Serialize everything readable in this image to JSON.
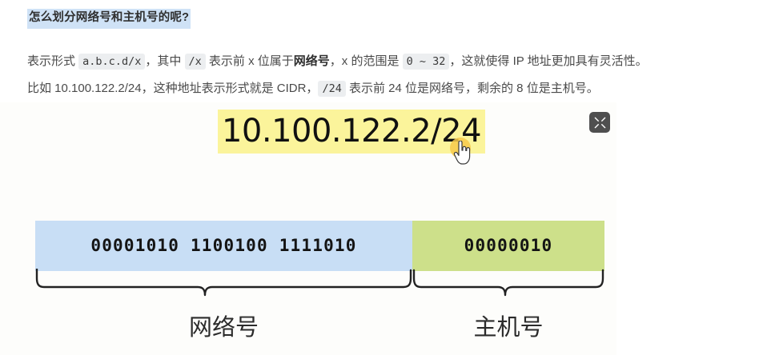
{
  "heading": {
    "text": "怎么划分网络号和主机号的呢?"
  },
  "paragraph": {
    "line1": {
      "seg1": "表示形式 ",
      "code1": "a.b.c.d/x",
      "seg2": "，其中 ",
      "code2": "/x",
      "seg3": " 表示前 x 位属于",
      "bold1": "网络号",
      "seg4": "，x 的范围是 ",
      "code3": "0 ~ 32",
      "seg5": "，这就使得 IP 地址更加具有灵活性。"
    },
    "line2": {
      "seg1": "比如 10.100.122.2/24，这种地址表示形式就是 CIDR，",
      "code1": "/24",
      "seg2": " 表示前 24 位是网络号，剩余的 8 位是主机号。"
    }
  },
  "figure": {
    "ip_address": "10.100.122.2/24",
    "collapse_button_label": "",
    "network_bits": "00001010 1100100 1111010",
    "host_bits": "00000010",
    "network_caption": "网络号",
    "host_caption": "主机号"
  },
  "colors": {
    "heading_highlight": "#cfe2f6",
    "ip_highlight": "#fbf49b",
    "network_bar": "#c8def5",
    "host_bar": "#cde08a",
    "code_bg": "#eceef0",
    "collapse_button_bg": "#4f4f4f",
    "cursor_glow": "#f7c94a"
  }
}
